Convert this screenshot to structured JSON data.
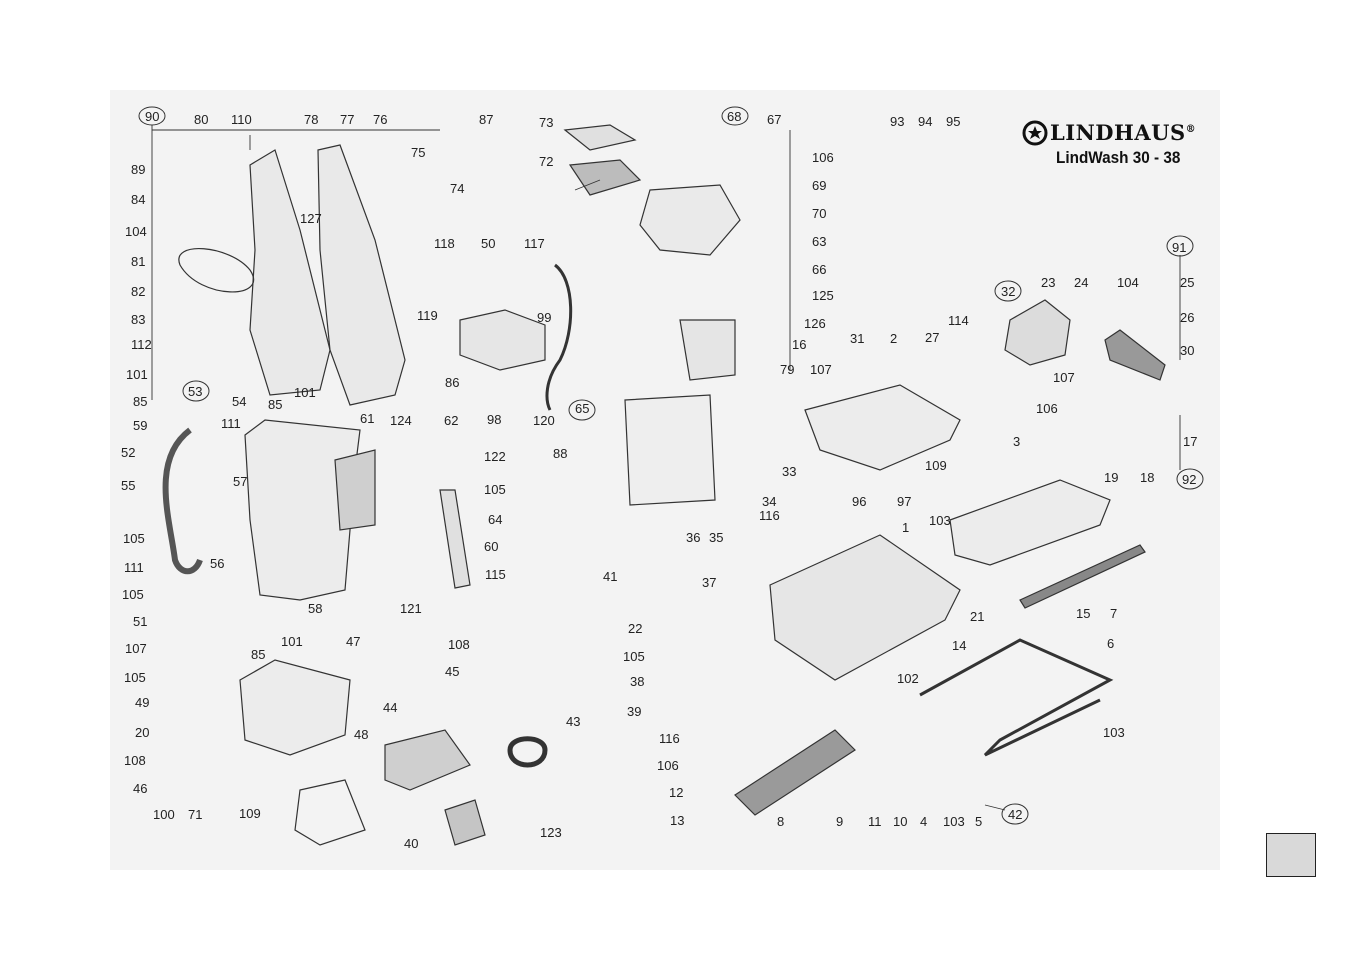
{
  "brand": {
    "name": "LINDHAUS",
    "reg_mark": "®",
    "model": "LindWash 30 - 38"
  },
  "callouts": [
    "90",
    "80",
    "110",
    "78",
    "77",
    "76",
    "75",
    "74",
    "89",
    "84",
    "104",
    "127",
    "81",
    "82",
    "83",
    "112",
    "101",
    "85",
    "87",
    "73",
    "72",
    "118",
    "50",
    "117",
    "119",
    "99",
    "86",
    "98",
    "120",
    "68",
    "67",
    "106",
    "69",
    "70",
    "63",
    "66",
    "125",
    "126",
    "16",
    "79",
    "93",
    "94",
    "95",
    "91",
    "25",
    "26",
    "30",
    "104",
    "32",
    "23",
    "24",
    "114",
    "27",
    "31",
    "2",
    "107",
    "107",
    "106",
    "17",
    "92",
    "19",
    "18",
    "53",
    "59",
    "111",
    "52",
    "54",
    "101",
    "85",
    "61",
    "124",
    "62",
    "122",
    "105",
    "64",
    "55",
    "57",
    "105",
    "56",
    "111",
    "60",
    "115",
    "105",
    "121",
    "51",
    "58",
    "107",
    "85",
    "101",
    "47",
    "108",
    "105",
    "45",
    "49",
    "20",
    "48",
    "108",
    "44",
    "43",
    "46",
    "100",
    "71",
    "109",
    "40",
    "123",
    "65",
    "88",
    "33",
    "3",
    "34",
    "116",
    "96",
    "97",
    "103",
    "36",
    "35",
    "1",
    "41",
    "37",
    "22",
    "105",
    "38",
    "39",
    "116",
    "106",
    "12",
    "13",
    "8",
    "9",
    "11",
    "10",
    "4",
    "103",
    "5",
    "42",
    "102",
    "14",
    "21",
    "6",
    "103",
    "15",
    "7",
    "109"
  ],
  "corner_tab": ""
}
